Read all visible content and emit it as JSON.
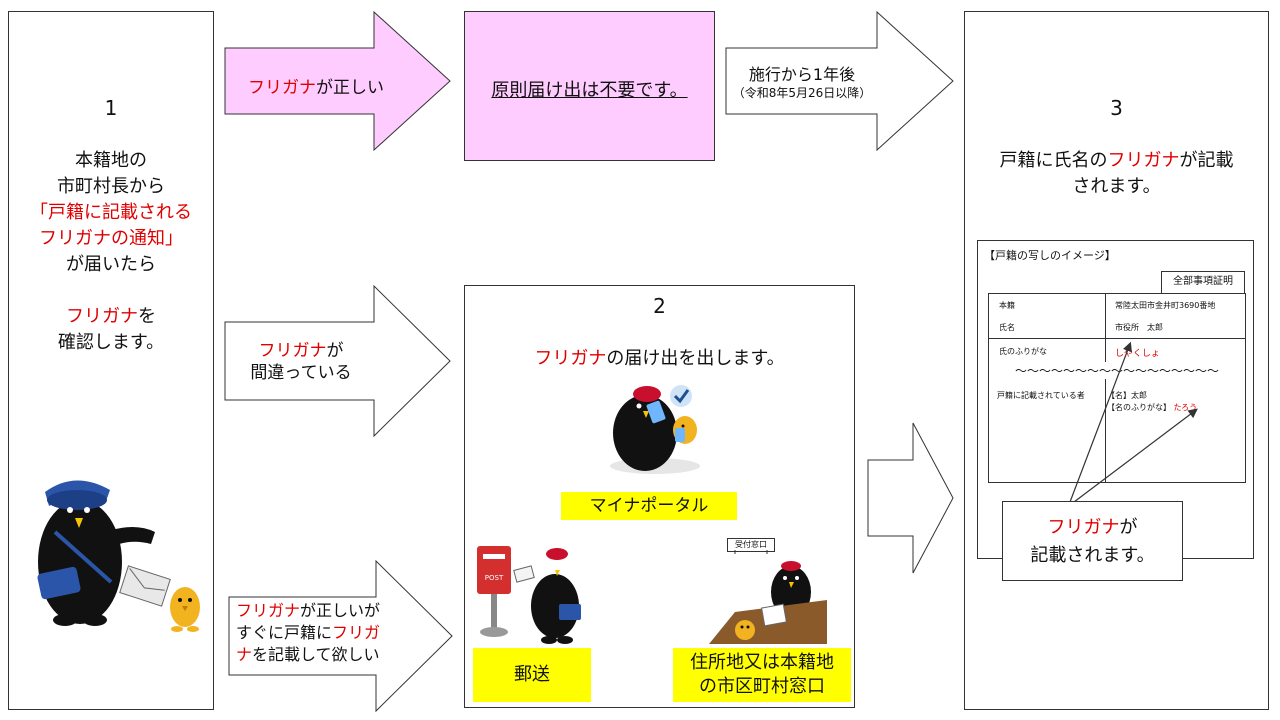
{
  "step1": {
    "number": "1",
    "line1": "本籍地の",
    "line2": "市町村長から",
    "line3": "「戸籍に記載される",
    "line4": "フリガナの通知」",
    "line5": "が届いたら",
    "confirm_red": "フリガナ",
    "confirm_rest": "を",
    "confirm_line2": "確認します。"
  },
  "arrow_correct": {
    "red": "フリガナ",
    "rest": "が正しい"
  },
  "arrow_wrong": {
    "red": "フリガナ",
    "rest": "が",
    "line2": "間違っている"
  },
  "arrow_want": {
    "l1_red": "フリガナ",
    "l1_rest": "が正しいが",
    "l2_a": "すぐに戸籍に",
    "l2_red": "フリガ",
    "l3_red": "ナ",
    "l3_rest": "を記載して欲しい"
  },
  "no_notice": {
    "text": "原則届け出は不要です。"
  },
  "arrow_after": {
    "line1": "施行から1年後",
    "line2": "（令和8年5月26日以降）"
  },
  "step2": {
    "number": "2",
    "title_red": "フリガナ",
    "title_rest": "の届け出を出します。",
    "mynaportal": "マイナポータル",
    "mail": "郵送",
    "counter_line1": "住所地又は本籍地",
    "counter_line2": "の市区町村窓口",
    "counter_sign": "受付窓口",
    "post_label": "POST"
  },
  "step3": {
    "number": "3",
    "line1_a": "戸籍に氏名の",
    "line1_red": "フリガナ",
    "line1_b": "が記載",
    "line2": "されます。",
    "image_title": "【戸籍の写しのイメージ】",
    "cert_label": "全部事項証明",
    "honseki_label": "本籍",
    "honseki_value": "常陸太田市金井町3690番地",
    "name_label": "氏名",
    "name_value": "市役所　太郎",
    "uji_label": "氏のふりがな",
    "uji_value": "しやくしょ",
    "wave": "〜〜〜〜〜〜〜〜〜〜〜〜〜〜〜〜〜",
    "kisai_label": "戸籍に記載されている者",
    "mei_value": "【名】太郎",
    "mei_furigana_label": "【名のふりがな】",
    "mei_furigana_value": "たろう",
    "callout_red": "フリガナ",
    "callout_rest": "が",
    "callout_line2": "記載されます。"
  },
  "colors": {
    "pink": "#ffccff",
    "yellow": "#ffff00",
    "red": "#e00000"
  }
}
